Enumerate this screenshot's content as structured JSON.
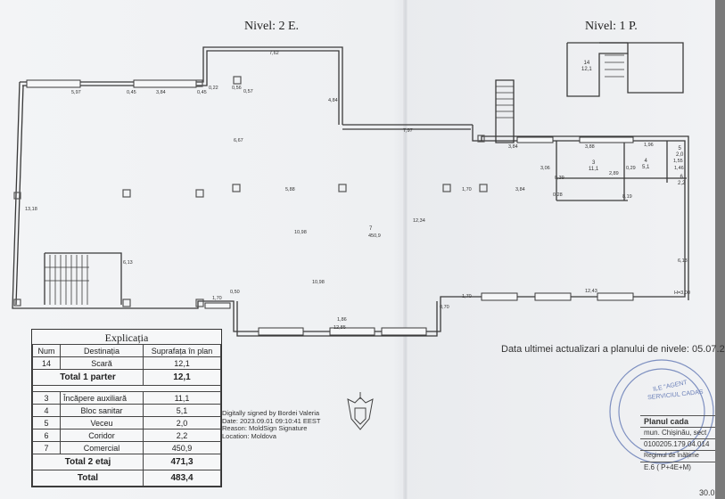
{
  "levels": {
    "level2_title": "Nivel: 2 E.",
    "level1_title": "Nivel: 1 P."
  },
  "dimensions": {
    "top_outer": "7,62",
    "seg_a": "5,97",
    "seg_b": "0,45",
    "seg_c": "3,84",
    "seg_d": "0,45",
    "seg_e": "0,22",
    "seg_f": "0,56",
    "seg_g": "0,57",
    "v_a": "4,84",
    "v_b": "6,67",
    "bridge": "7,97",
    "left_long": "13,18",
    "left_mid": "6,13",
    "mid_a": "5,88",
    "mid_b": "10,98",
    "mid_c": "10,98",
    "mid_d": "1,70",
    "mid_e": "3,84",
    "bottom_a": "1,70",
    "bottom_b": "0,50",
    "bottom_c": "12,85",
    "bottom_d": "1,86",
    "right_a": "12,34",
    "right_b": "1,70",
    "right_c": "12,43",
    "right_d": "H=3,00",
    "right_e": "0,70",
    "right_f": "6,13",
    "rm_a": "3,84",
    "rm_b": "3,88",
    "rm_c": "1,96",
    "rm_d": "3,06",
    "rm_e": "0,39",
    "rm_f": "0,29",
    "rm_g": "2,89",
    "rm_h": "0,28",
    "rm_i": "1,55",
    "rm_j": "8,19",
    "rm_k": "1,46",
    "area_main": "450,9"
  },
  "rooms": {
    "stair_no": "14",
    "stair_area": "12,1",
    "r3_no": "3",
    "r3_area": "11,1",
    "r4_no": "4",
    "r4_area": "5,1",
    "r5_no": "5",
    "r5_area": "2,0",
    "r6_no": "6",
    "r6_area": "2,2",
    "r7_no": "7"
  },
  "legend": {
    "title": "Explicația",
    "col_num": "Num",
    "col_dest": "Destinația",
    "col_area": "Suprafața în plan",
    "rows_p1": [
      {
        "num": "14",
        "dest": "Scară",
        "area": "12,1"
      }
    ],
    "total_p1_label": "Total 1 parter",
    "total_p1_value": "12,1",
    "rows_p2": [
      {
        "num": "3",
        "dest": "Încăpere auxiliară",
        "area": "11,1"
      },
      {
        "num": "4",
        "dest": "Bloc sanitar",
        "area": "5,1"
      },
      {
        "num": "5",
        "dest": "Veceu",
        "area": "2,0"
      },
      {
        "num": "6",
        "dest": "Coridor",
        "area": "2,2"
      },
      {
        "num": "7",
        "dest": "Comercial",
        "area": "450,9"
      }
    ],
    "total_p2_label": "Total 2 etaj",
    "total_p2_value": "471,3",
    "total_label": "Total",
    "total_value": "483,4"
  },
  "signature": {
    "line1": "Digitally signed by Bordei Valeria",
    "line2": "Date: 2023.09.01 09:10:41 EEST",
    "line3": "Reason: MoldSign Signature",
    "line4": "Location: Moldova"
  },
  "update_note": "Data ultimei actualizari a planului de nivele: 05.07.2",
  "stamp_box": {
    "agent": "ILE \"AGENT",
    "service": "SERVICIUL CADAS",
    "plan": "Planul cada",
    "city": "mun. Chișinău, sect",
    "doc": "0100205.179.04.014",
    "regime": "Regimul de înălțime",
    "height": "E.6 ( P+4E+M)",
    "page": "30.0"
  },
  "colors": {
    "wall": "#3a3a3a",
    "column": "#555555",
    "stamp": "#6a7fb8"
  }
}
